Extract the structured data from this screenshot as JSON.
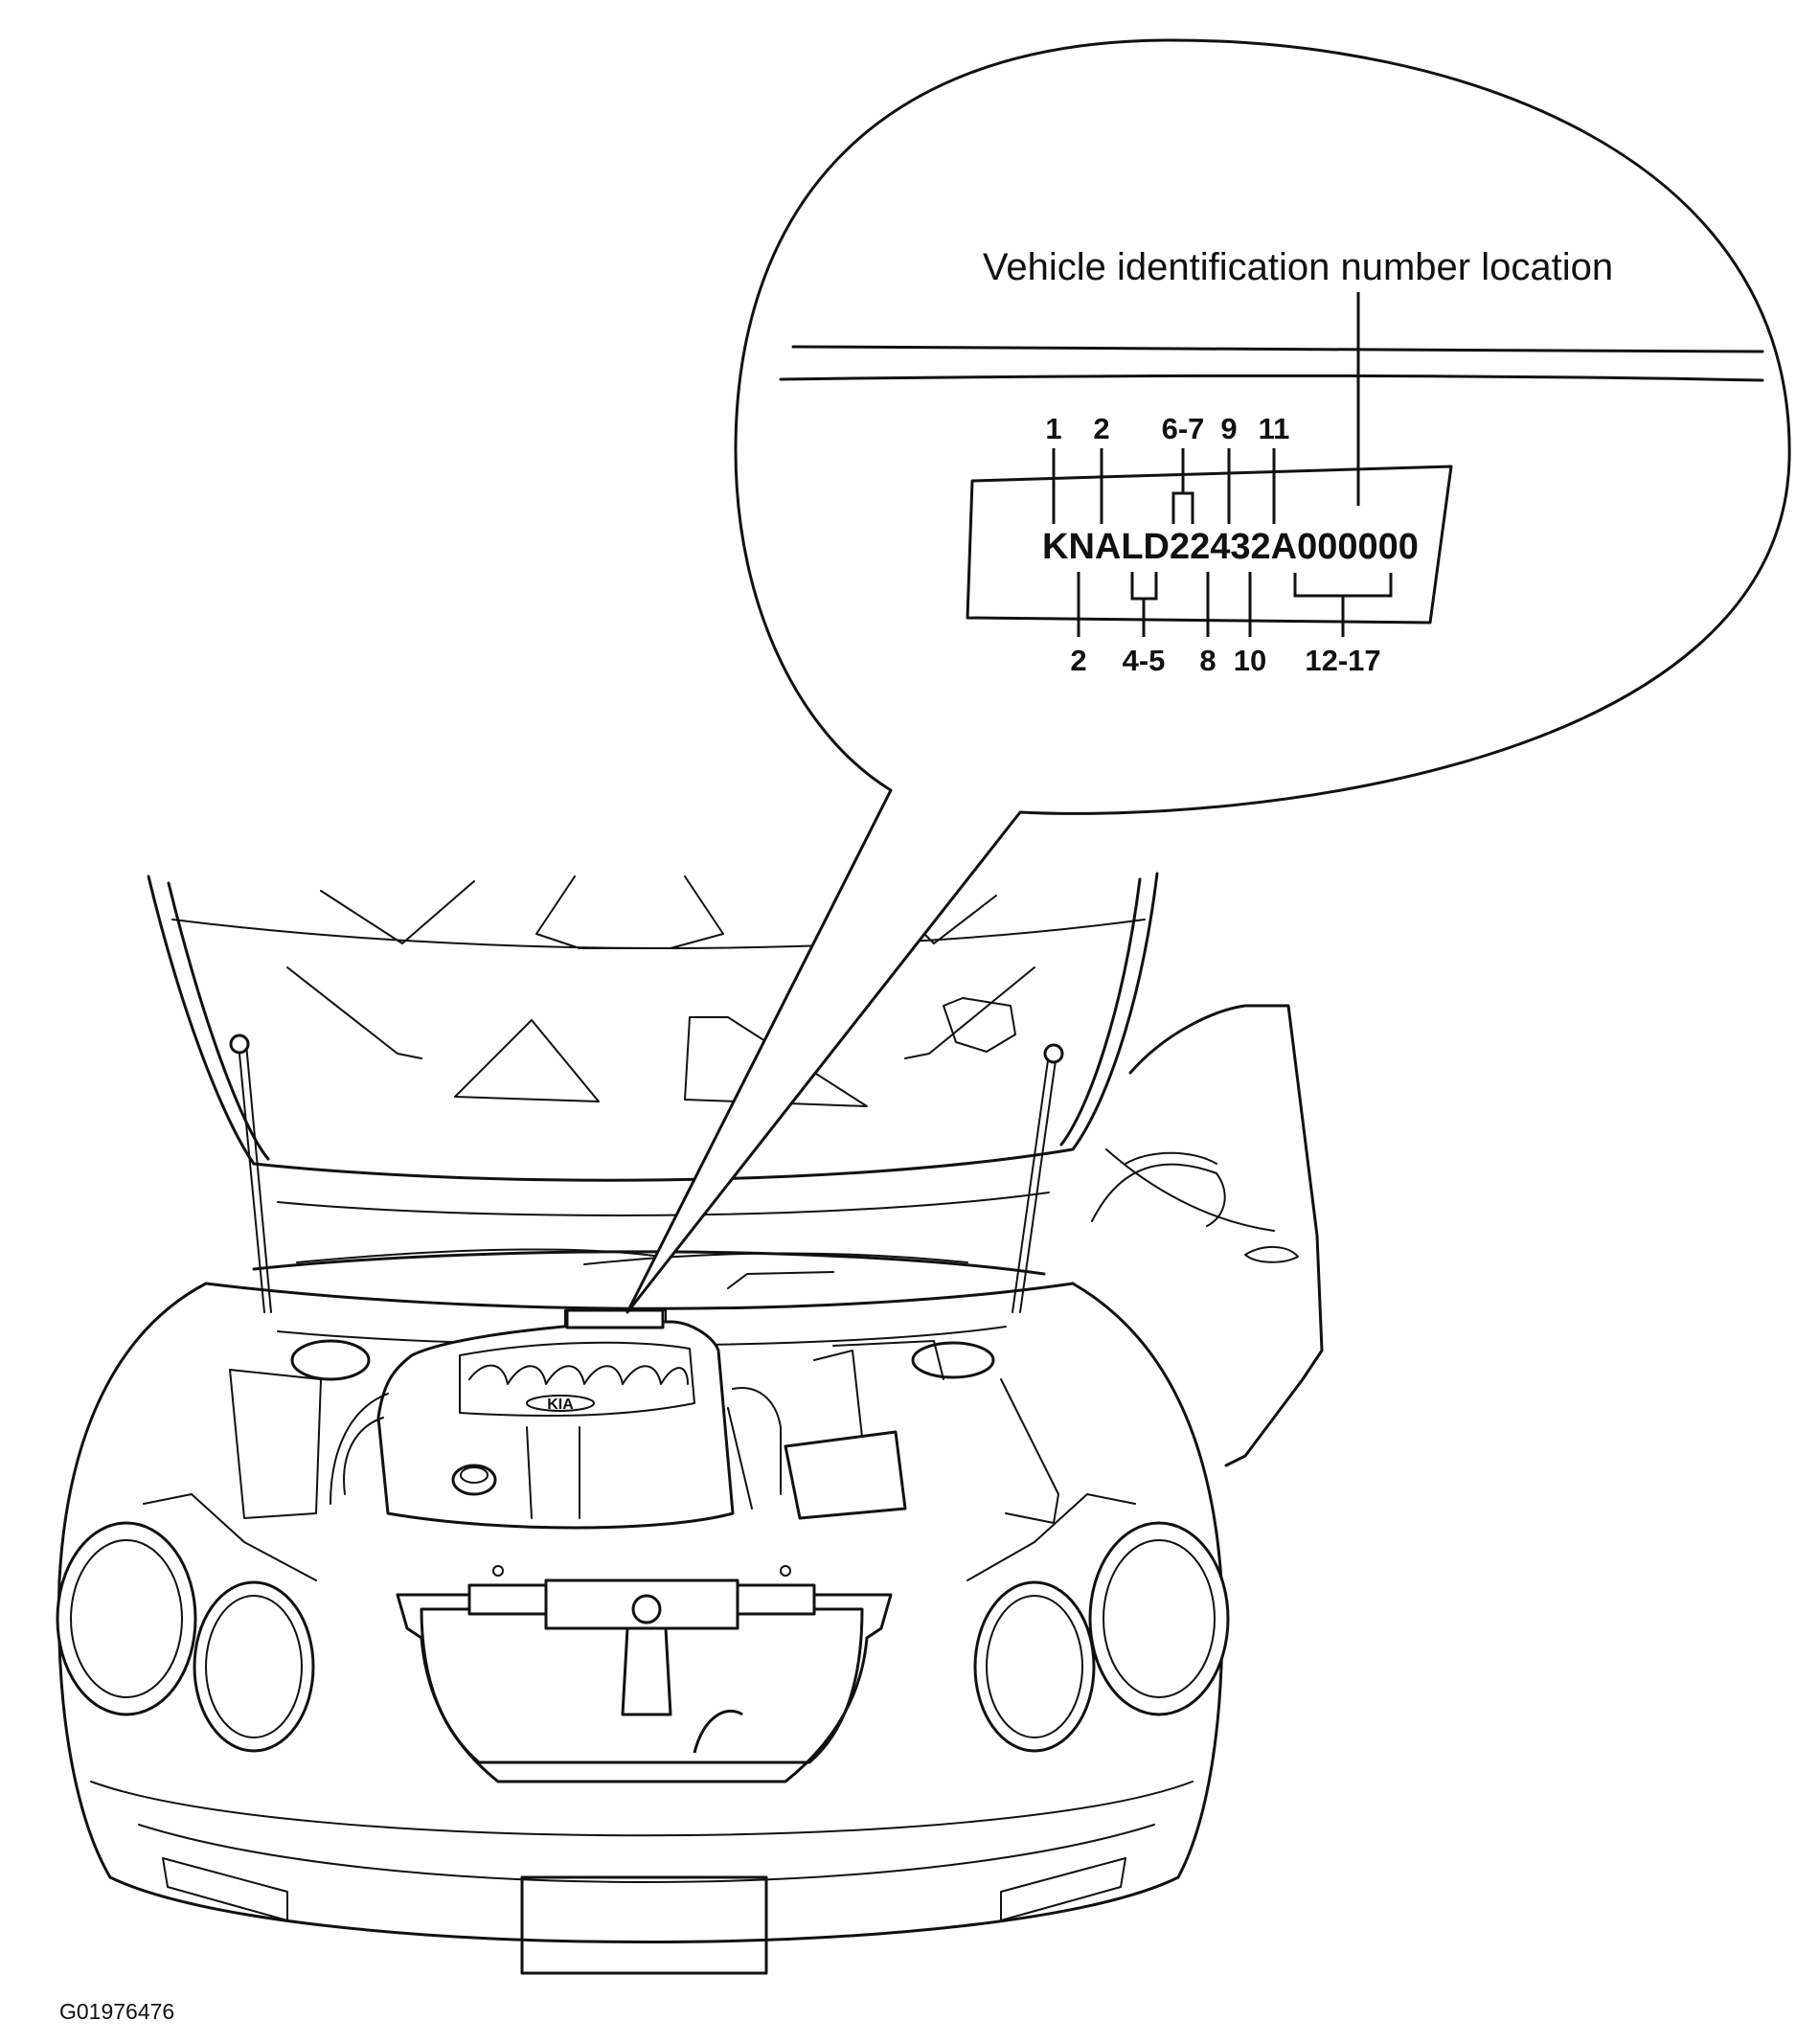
{
  "callout": {
    "caption": "Vehicle identification number location",
    "vin": "KNALD22432A000000"
  },
  "position_labels": {
    "top": [
      "1",
      "2",
      "6-7",
      "9",
      "11"
    ],
    "bottom": [
      "2",
      "4-5",
      "8",
      "10",
      "12-17"
    ]
  },
  "figure_id": "G01976476",
  "emblem_text": "KIA",
  "colors": {
    "line": "#111111",
    "background": "#ffffff"
  }
}
